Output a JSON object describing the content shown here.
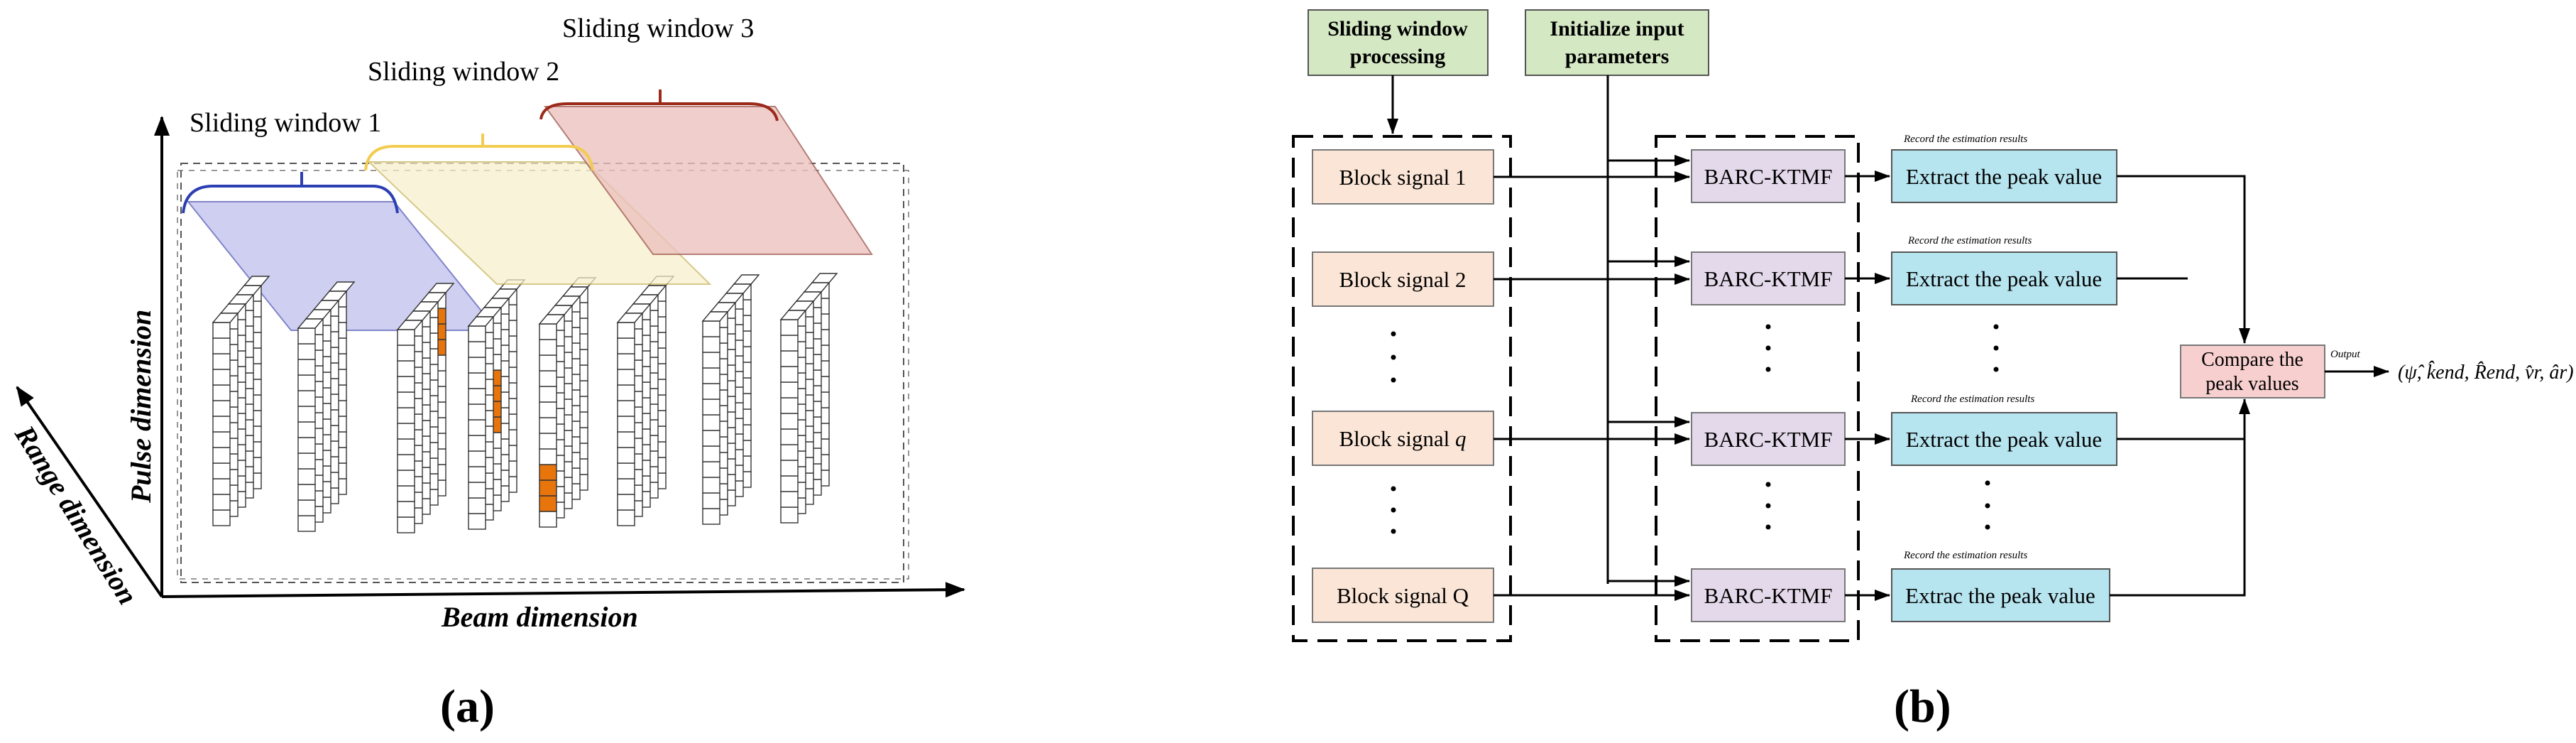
{
  "panel_a": {
    "window1_label": "Sliding window 1",
    "window2_label": "Sliding window 2",
    "window3_label": "Sliding window 3",
    "pulse_axis_label": "Pulse dimension",
    "range_axis_label": "Range dimension",
    "beam_axis_label": "Beam dimension",
    "caption": "(a)",
    "colors": {
      "window1_fill": "#c7c8ef",
      "window2_fill": "#f7efcc",
      "window3_fill": "#ebc1bd",
      "window1_bracket": "#2c3fb3",
      "window2_bracket": "#f2cc50",
      "window3_bracket": "#9b2a1a",
      "highlight_cell": "#e8740c"
    }
  },
  "panel_b": {
    "top_box_1": [
      "Sliding window",
      "processing"
    ],
    "top_box_2": [
      "Initialize input",
      "parameters"
    ],
    "blocks": [
      {
        "label_main": "Block signal 1",
        "label_italic": ""
      },
      {
        "label_main": "Block signal 2",
        "label_italic": ""
      },
      {
        "label_main": "Block signal ",
        "label_italic": "q"
      },
      {
        "label_main": "Block signal Q",
        "label_italic": ""
      }
    ],
    "barc_label": "BARC-KTMF",
    "record_label": "Record the estimation results",
    "extract_labels": [
      "Extract the peak value",
      "Extract the peak value",
      "Extract the peak value",
      "Extrac the peak value"
    ],
    "compare_label": [
      "Compare the",
      "peak values"
    ],
    "output_label": "Output",
    "output_formula": "(ψ̂, k̂end, R̂end, v̂r, âr)",
    "caption": "(b)",
    "colors": {
      "green_box": "#d5e8c4",
      "block_box": "#fbe5d6",
      "barc_box": "#e4d9ea",
      "extract_box": "#b6e4ef",
      "compare_box": "#f8cfcf"
    }
  }
}
